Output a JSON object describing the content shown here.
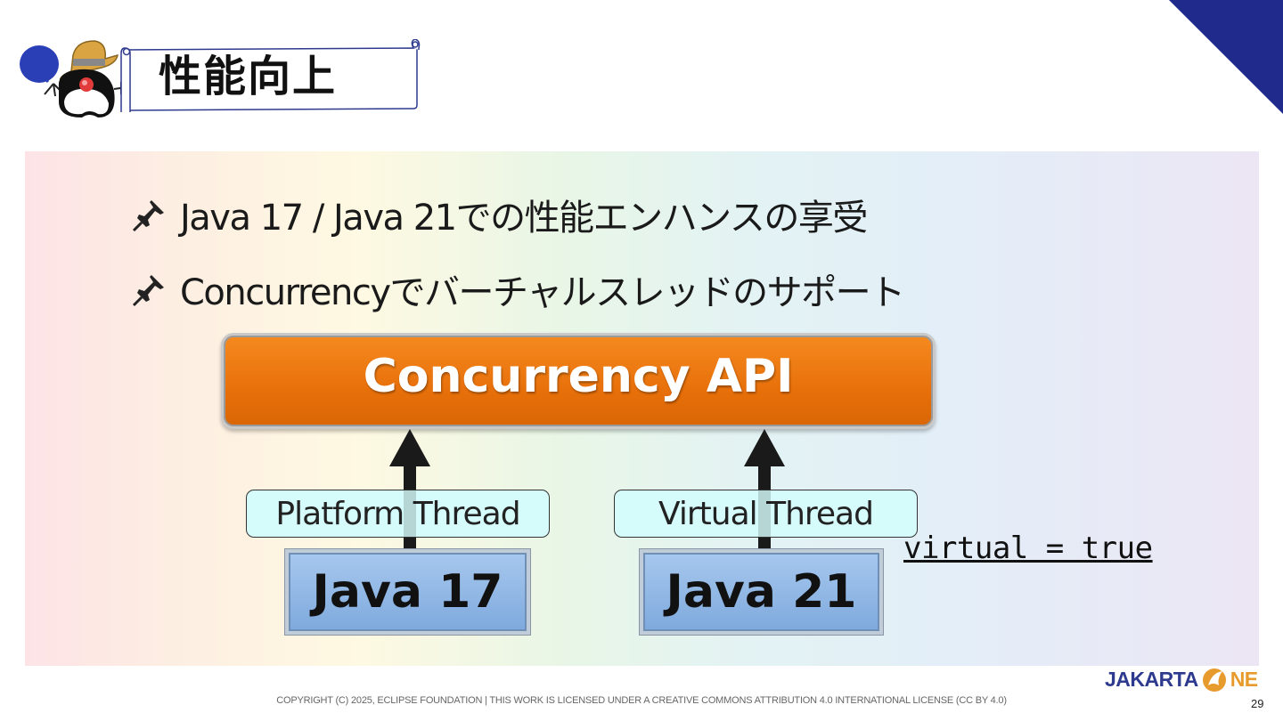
{
  "slide": {
    "title": "性能向上",
    "page_number": "29"
  },
  "bullets": [
    "Java 17 / Java 21での性能エンハンスの享受",
    "Concurrencyでバーチャルスレッドのサポート"
  ],
  "diagram": {
    "api_label": "Concurrency API",
    "threads": [
      {
        "label": "Platform Thread",
        "java": "Java 17"
      },
      {
        "label": "Virtual Thread",
        "java": "Java 21"
      }
    ],
    "code_note": "virtual = true"
  },
  "footer": {
    "copyright": "COPYRIGHT (C) 2025, ECLIPSE FOUNDATION  | THIS WORK IS LICENSED UNDER A CREATIVE COMMONS ATTRIBUTION 4.0 INTERNATIONAL LICENSE (CC BY 4.0)",
    "brand_left": "JAKARTA",
    "brand_right": "NE"
  },
  "colors": {
    "accent_navy": "#1f2a8c",
    "api_orange": "#e8700a",
    "thread_cyan": "#d6fbfb",
    "java_blue": "#8ab2e3",
    "brand_orange": "#e89b2d"
  },
  "icons": [
    "pushpin-icon",
    "duke-mascot",
    "jakarta-one-logo"
  ]
}
